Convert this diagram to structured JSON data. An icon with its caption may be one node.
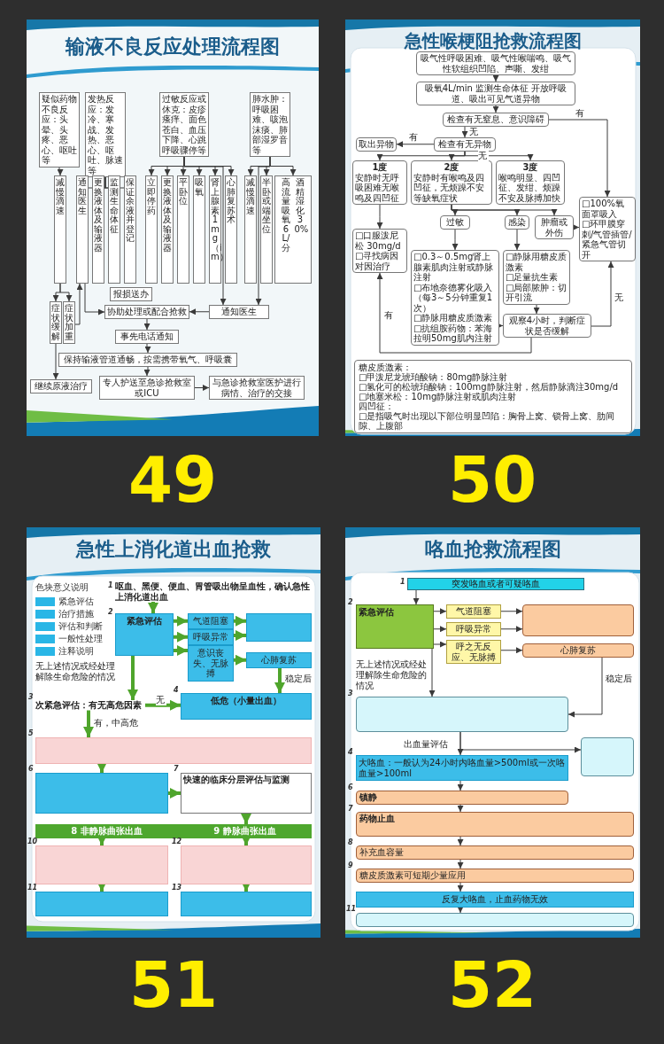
{
  "diagram": {
    "nodes": [
      {
        "text": [
          "输液不良反应处理流程图"
        ]
      },
      {
        "text": [
          "急性喉梗阻抢救流程图"
        ]
      },
      {
        "text": [
          "急性上消化道出血抢救"
        ]
      },
      {
        "text": [
          "咯血抢救流程图"
        ]
      },
      {
        "text": [
          "疑似药物不良反应：头晕、头疼、恶心、呕吐等"
        ],
        "in": 0
      },
      {
        "text": [
          "发热反应：发冷、寒战、发热、恶心、呕吐、脉速等"
        ],
        "in": 0
      },
      {
        "text": [
          "过敏反应或休克：皮疹瘙痒、面色苍白、血压下降、心跳呼吸骤停等"
        ],
        "in": 0
      },
      {
        "text": [
          "肺水肿：呼吸困难、咳泡沫痰、肺部湿罗音等"
        ],
        "in": 0
      },
      {
        "text": [
          "减慢滴速"
        ],
        "in": 0
      },
      {
        "text": [
          "通知医生"
        ],
        "in": 0
      },
      {
        "text": [
          "更换液体及输液器"
        ],
        "in": 0
      },
      {
        "text": [
          "监测生命体征"
        ],
        "in": 0
      },
      {
        "text": [
          "保证余液并登记"
        ],
        "in": 0
      },
      {
        "text": [
          "立即停药"
        ],
        "in": 0
      },
      {
        "text": [
          "更换液体及输液器"
        ],
        "in": 0
      },
      {
        "text": [
          "平卧位"
        ],
        "in": 0
      },
      {
        "text": [
          "吸氧"
        ],
        "in": 0
      },
      {
        "text": [
          "肾上腺素1mg（im）"
        ],
        "in": 0
      },
      {
        "text": [
          "心肺复苏术"
        ],
        "in": 0
      },
      {
        "text": [
          "减慢滴速"
        ],
        "in": 0
      },
      {
        "text": [
          "半卧或端坐位"
        ],
        "in": 0
      },
      {
        "text": [
          "高流量吸氧6L/分",
          "酒精湿化30%"
        ],
        "in": 0
      },
      {
        "text": [
          "症状缓解"
        ],
        "in": 0
      },
      {
        "text": [
          "症状加重"
        ],
        "in": 0
      },
      {
        "text": [
          "报损送办"
        ],
        "in": 0
      },
      {
        "text": [
          "协助处理或配合抢救"
        ],
        "in": 0
      },
      {
        "text": [
          "通知医生"
        ],
        "in": 0
      },
      {
        "text": [
          "事先电话通知"
        ],
        "in": 0
      },
      {
        "text": [
          "保持输液管道通畅，按需携带氧气、呼吸囊"
        ],
        "in": 0
      },
      {
        "text": [
          "专人护送至急诊抢救室或ICU"
        ],
        "in": 0
      },
      {
        "text": [
          "与急诊抢救室医护进行病情、治疗的交接"
        ],
        "in": 0
      },
      {
        "text": [
          "继续原液治疗"
        ],
        "in": 0
      },
      {
        "text": [
          "吸气性呼吸困难、吸气性喉喘鸣、吸气性软组织凹陷、声嘶、发绀"
        ],
        "in": 1
      },
      {
        "text": [
          "吸氧4L/min 监测生命体征 开放呼吸道、吸出可见气道异物"
        ],
        "in": 1
      },
      {
        "text": [
          "检查有无窒息、意识障碍"
        ],
        "in": 1
      },
      {
        "text": [
          "检查有无异物"
        ],
        "in": 1
      },
      {
        "text": [
          "取出异物"
        ],
        "in": 1
      },
      {
        "text": [
          "1度",
          "安静时无呼吸困难无喉鸣及四凹征"
        ],
        "in": 1
      },
      {
        "text": [
          "2度",
          "安静时有喉鸣及四凹征，无烦躁不安等缺氧症状"
        ],
        "in": 1
      },
      {
        "text": [
          "3度",
          "喉鸣明显、四凹征、发绀、烦躁不安及脉搏加快"
        ],
        "in": 1
      },
      {
        "text": [
          "过敏"
        ],
        "in": 1
      },
      {
        "text": [
          "感染"
        ],
        "in": 1
      },
      {
        "text": [
          "肿瘤或外伤"
        ],
        "in": 1
      },
      {
        "text": [
          "□100%氧面罩吸入",
          "□环甲膜穿刺/气管插管/紧急气管切开"
        ],
        "in": 1
      },
      {
        "text": [
          "□口服泼尼松 30mg/d",
          "□寻找病因对因治疗"
        ],
        "in": 1
      },
      {
        "text": [
          "□0.3～0.5mg肾上腺素肌肉注射或静脉注射",
          "□布地奈德雾化吸入（每3～5分钟重复1次）",
          "□静脉用糖皮质激素",
          "□抗组胺药物：苯海拉明50mg肌内注射"
        ],
        "in": 1
      },
      {
        "text": [
          "□静脉用糖皮质激素",
          "□足量抗生素",
          "□局部脓肿：切开引流"
        ],
        "in": 1
      },
      {
        "text": [
          "观察4小时，判断症状是否缓解"
        ],
        "in": 1
      },
      {
        "text": [
          "糖皮质激素：",
          "□甲泼尼龙琥珀酸钠：80mg静脉注射",
          "□氢化可的松琥珀酸钠：100mg静脉注射，然后静脉滴注30mg/d",
          "□地塞米松：10mg静脉注射或肌肉注射",
          "四凹征：",
          "□是指吸气时出现以下部位明显凹陷：胸骨上窝、锁骨上窝、肋间隙、上腹部"
        ],
        "in": 1
      },
      {
        "text": [
          "呕血、黑便、便血、胃管吸出物呈血性，确认急性上消化道出血"
        ],
        "in": 2
      },
      {
        "text": [
          "紧急评估"
        ],
        "in": 2
      },
      {
        "text": [
          "气道阻塞"
        ],
        "in": 2
      },
      {
        "text": [
          "呼吸异常"
        ],
        "in": 2
      },
      {
        "text": [
          "意识丧失、无脉搏"
        ],
        "in": 2
      },
      {
        "text": [],
        "shape": "box",
        "in": 2
      },
      {
        "text": [
          "心肺复苏"
        ],
        "in": 2
      },
      {
        "text": [
          "次紧急评估：有无高危因素"
        ],
        "in": 2
      },
      {
        "text": [
          "低危（小量出血）"
        ],
        "in": 2
      },
      {
        "text": [],
        "shape": "box",
        "in": 2
      },
      {
        "text": [],
        "shape": "box",
        "in": 2
      },
      {
        "text": [
          "快速的临床分层评估与监测"
        ],
        "in": 2
      },
      {
        "text": [
          "8 非静脉曲张出血",
          "9 静脉曲张出血"
        ],
        "in": 2
      },
      {
        "text": [],
        "shape": "box",
        "in": 2
      },
      {
        "text": [],
        "shape": "box",
        "in": 2
      },
      {
        "text": [],
        "shape": "box",
        "in": 2
      },
      {
        "text": [],
        "shape": "box",
        "in": 2
      },
      {
        "text": [
          "突发咯血或者可疑咯血"
        ],
        "in": 3
      },
      {
        "text": [
          "紧急评估"
        ],
        "in": 3
      },
      {
        "text": [
          "气道阻塞"
        ],
        "in": 3
      },
      {
        "text": [
          "呼吸异常"
        ],
        "in": 3
      },
      {
        "text": [
          "呼之无反应、无脉搏"
        ],
        "in": 3
      },
      {
        "text": [],
        "shape": "box",
        "in": 3
      },
      {
        "text": [
          "心肺复苏"
        ],
        "in": 3
      },
      {
        "text": [],
        "shape": "box",
        "in": 3
      },
      {
        "text": [],
        "shape": "box",
        "in": 3
      },
      {
        "text": [
          "大咯血：一般认为24小时内咯血量>500ml或一次咯血量>100ml"
        ],
        "in": 3
      },
      {
        "text": [
          "镇静"
        ],
        "in": 3
      },
      {
        "text": [
          "药物止血"
        ],
        "in": 3
      },
      {
        "text": [
          "补充血容量"
        ],
        "in": 3
      },
      {
        "text": [
          "糖皮质激素可短期少量应用"
        ],
        "in": 3
      },
      {
        "text": [
          "反复大咯血，止血药物无效"
        ],
        "in": 3
      },
      {
        "text": [],
        "shape": "box",
        "in": 3
      }
    ],
    "edges": [
      {
        "from": 4,
        "to": 8,
        "arrow": "to"
      },
      {
        "from": 5,
        "to": 9,
        "arrow": "to"
      },
      {
        "from": 5,
        "to": 10,
        "arrow": "to"
      },
      {
        "from": 5,
        "to": 11,
        "arrow": "to"
      },
      {
        "from": 5,
        "to": 12,
        "arrow": "to"
      },
      {
        "from": 6,
        "to": 13,
        "arrow": "to"
      },
      {
        "from": 6,
        "to": 14,
        "arrow": "to"
      },
      {
        "from": 6,
        "to": 15,
        "arrow": "to"
      },
      {
        "from": 6,
        "to": 16,
        "arrow": "to"
      },
      {
        "from": 6,
        "to": 17,
        "arrow": "to"
      },
      {
        "from": 6,
        "to": 18,
        "arrow": "to"
      },
      {
        "from": 7,
        "to": 19,
        "arrow": "to"
      },
      {
        "from": 7,
        "to": 20,
        "arrow": "to"
      },
      {
        "from": 7,
        "to": 21,
        "arrow": "to"
      },
      {
        "from": 6,
        "to": 26,
        "arrow": "to"
      },
      {
        "from": 7,
        "to": 26,
        "arrow": "to"
      },
      {
        "from": 8,
        "to": 22,
        "arrow": "to"
      },
      {
        "from": 8,
        "to": 23,
        "arrow": "to"
      },
      {
        "from": 23,
        "to": 9,
        "arrow": "to"
      },
      {
        "from": 9,
        "to": 25,
        "arrow": "to"
      },
      {
        "from": 26,
        "to": 25,
        "arrow": "to"
      },
      {
        "from": 25,
        "to": 27,
        "arrow": "to"
      },
      {
        "from": 27,
        "to": 28,
        "arrow": "to"
      },
      {
        "from": 28,
        "to": 29,
        "arrow": "to"
      },
      {
        "from": 29,
        "to": 30,
        "arrow": "to"
      },
      {
        "from": 22,
        "to": 31,
        "arrow": "to"
      },
      {
        "from": 32,
        "to": 33,
        "arrow": "to"
      },
      {
        "from": 33,
        "to": 34,
        "arrow": "to"
      },
      {
        "from": 34,
        "to": 35,
        "arrow": "to",
        "label": "无"
      },
      {
        "from": 34,
        "to": 43,
        "arrow": "to",
        "label": "有"
      },
      {
        "from": 35,
        "to": 36,
        "arrow": "to",
        "label": "有"
      },
      {
        "from": 35,
        "to": 37,
        "arrow": "to"
      },
      {
        "from": 35,
        "to": 38,
        "arrow": "to",
        "label": "无"
      },
      {
        "from": 35,
        "to": 39,
        "arrow": "to"
      },
      {
        "from": 38,
        "to": 40,
        "arrow": "to"
      },
      {
        "from": 38,
        "to": 41,
        "arrow": "to"
      },
      {
        "from": 38,
        "to": 42,
        "arrow": "to"
      },
      {
        "from": 42,
        "to": 43,
        "arrow": "to"
      },
      {
        "from": 37,
        "to": 44,
        "arrow": "to"
      },
      {
        "from": 40,
        "to": 45,
        "arrow": "to"
      },
      {
        "from": 41,
        "to": 46,
        "arrow": "to"
      },
      {
        "from": 45,
        "to": 47,
        "arrow": "to"
      },
      {
        "from": 46,
        "to": 47,
        "arrow": "to"
      },
      {
        "from": 47,
        "to": 44,
        "arrow": "to",
        "label": "有"
      },
      {
        "from": 47,
        "to": 43,
        "arrow": "to",
        "label": "无"
      },
      {
        "from": 49,
        "to": 50,
        "arrow": "to",
        "style": "thick",
        "color": "#4fa52c"
      },
      {
        "from": 50,
        "to": 51,
        "arrow": "to",
        "style": "thick",
        "color": "#4fa52c"
      },
      {
        "from": 50,
        "to": 52,
        "arrow": "to",
        "style": "thick",
        "color": "#4fa52c"
      },
      {
        "from": 50,
        "to": 53,
        "arrow": "to",
        "style": "thick",
        "color": "#4fa52c"
      },
      {
        "from": 51,
        "to": 54,
        "arrow": "to",
        "style": "thick",
        "color": "#4fa52c"
      },
      {
        "from": 52,
        "to": 54,
        "arrow": "to",
        "style": "thick",
        "color": "#4fa52c"
      },
      {
        "from": 53,
        "to": 55,
        "arrow": "to",
        "style": "thick",
        "color": "#4fa52c"
      },
      {
        "from": 55,
        "to": 57,
        "arrow": "to",
        "label": "稳定后",
        "style": "thick",
        "color": "#4fa52c"
      },
      {
        "from": 50,
        "to": 56,
        "arrow": "to",
        "label": "无上述情况或经处理解除生命危险的情况",
        "style": "thick",
        "color": "#4fa52c"
      },
      {
        "from": 56,
        "to": 57,
        "arrow": "to",
        "label": "无",
        "style": "thick",
        "color": "#4fa52c"
      },
      {
        "from": 56,
        "to": 58,
        "arrow": "to",
        "label": "有，中高危",
        "style": "thick",
        "color": "#4fa52c"
      },
      {
        "from": 58,
        "to": 59,
        "arrow": "to",
        "style": "thick",
        "color": "#4fa52c"
      },
      {
        "from": 59,
        "to": 60,
        "arrow": "to",
        "style": "thick",
        "color": "#4fa52c"
      },
      {
        "from": 60,
        "to": 61,
        "arrow": "to",
        "style": "thick",
        "color": "#4fa52c"
      },
      {
        "from": 61,
        "to": 62,
        "arrow": "to",
        "style": "thick",
        "color": "#4fa52c"
      },
      {
        "from": 61,
        "to": 63,
        "arrow": "to",
        "style": "thick",
        "color": "#4fa52c"
      },
      {
        "from": 62,
        "to": 64,
        "arrow": "to",
        "style": "thick",
        "color": "#4fa52c"
      },
      {
        "from": 63,
        "to": 65,
        "arrow": "to",
        "style": "thick",
        "color": "#4fa52c"
      },
      {
        "from": 66,
        "to": 67,
        "arrow": "to"
      },
      {
        "from": 67,
        "to": 68,
        "arrow": "to"
      },
      {
        "from": 67,
        "to": 69,
        "arrow": "to"
      },
      {
        "from": 67,
        "to": 70,
        "arrow": "to"
      },
      {
        "from": 68,
        "to": 71,
        "arrow": "to"
      },
      {
        "from": 69,
        "to": 71,
        "arrow": "to"
      },
      {
        "from": 70,
        "to": 72,
        "arrow": "to"
      },
      {
        "from": 72,
        "to": 73,
        "arrow": "to",
        "label": "稳定后"
      },
      {
        "from": 67,
        "to": 73,
        "arrow": "to",
        "label": "无上述情况或经处理解除生命危险的情况"
      },
      {
        "from": 73,
        "to": 75,
        "arrow": "to",
        "label": "出血量评估"
      },
      {
        "from": 73,
        "to": 74,
        "arrow": "to"
      },
      {
        "from": 75,
        "to": 76,
        "arrow": "to"
      },
      {
        "from": 76,
        "to": 77,
        "arrow": "to"
      },
      {
        "from": 77,
        "to": 78,
        "arrow": "to"
      },
      {
        "from": 78,
        "to": 79,
        "arrow": "to"
      },
      {
        "from": 79,
        "to": 80,
        "arrow": "to"
      },
      {
        "from": 80,
        "to": 81,
        "arrow": "to"
      }
    ],
    "labels": [
      "49",
      "50",
      "色块意义说明",
      "1",
      "2",
      "3",
      "4",
      "5",
      "6",
      "7",
      "10",
      "11",
      "12",
      "13",
      "1",
      "2",
      "3",
      "4",
      "6",
      "7",
      "8",
      "9",
      "11",
      "51",
      "52"
    ],
    "legend": [
      {
        "text": "紧急评估",
        "color": "#29b6e6"
      },
      {
        "text": "治疗措施",
        "color": "#29b6e6"
      },
      {
        "text": "评估和判断",
        "color": "#29b6e6"
      },
      {
        "text": "一般性处理",
        "color": "#29b6e6"
      },
      {
        "text": "注释说明",
        "color": "#29b6e6"
      }
    ]
  }
}
